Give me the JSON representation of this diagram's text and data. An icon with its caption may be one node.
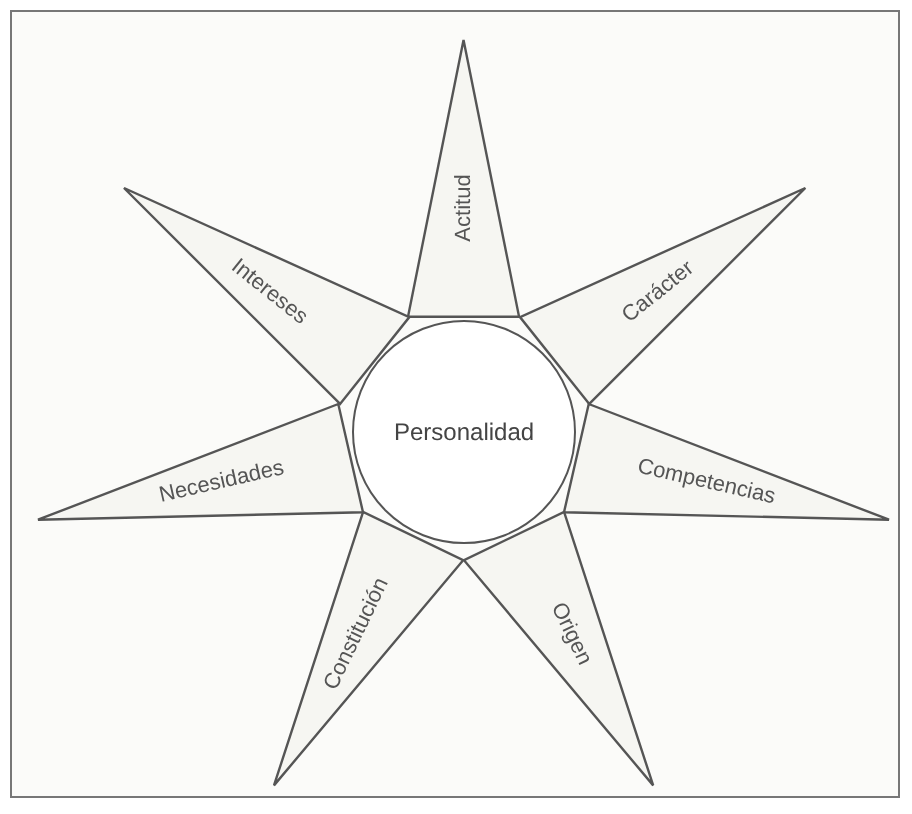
{
  "diagram": {
    "nodes": [
      {
        "text": [
          "Personalidad"
        ]
      },
      {
        "text": [
          "Actitud"
        ]
      },
      {
        "text": [
          "Carácter"
        ]
      },
      {
        "text": [
          "Competencias"
        ]
      },
      {
        "text": [
          "Origen"
        ]
      },
      {
        "text": [
          "Constitución"
        ]
      },
      {
        "text": [
          "Necesidades"
        ]
      },
      {
        "text": [
          "Intereses"
        ]
      }
    ]
  }
}
